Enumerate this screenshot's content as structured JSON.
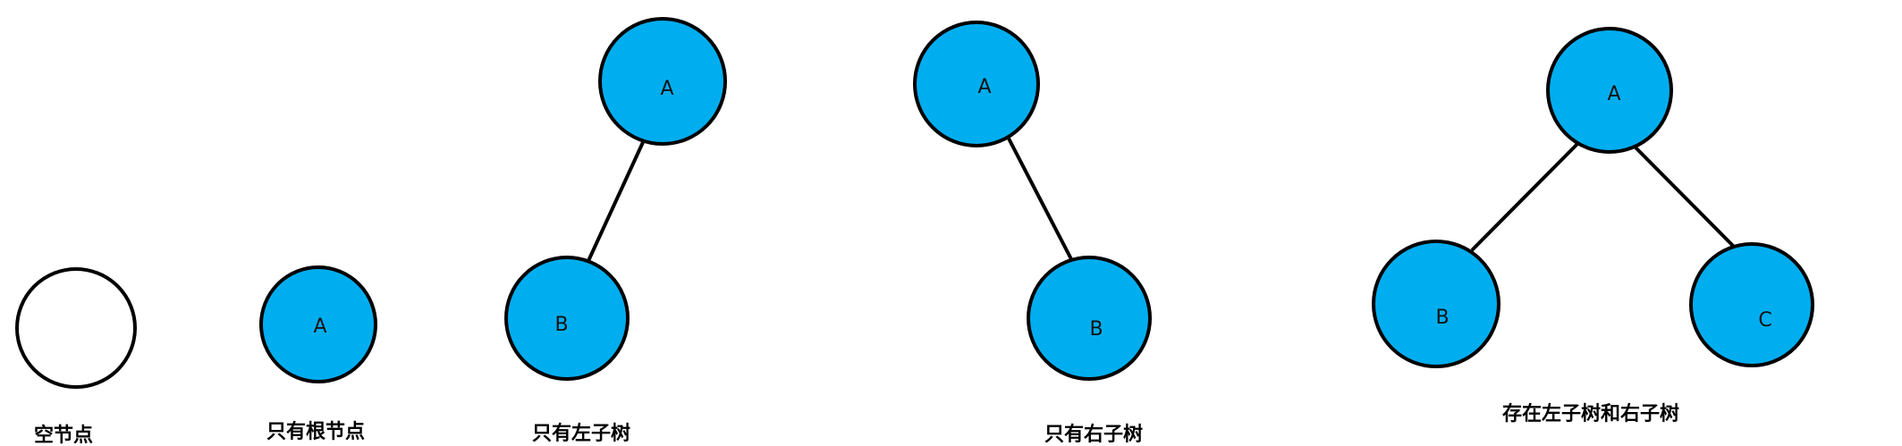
{
  "colors": {
    "node_fill": "#00aeef",
    "empty_fill": "#ffffff",
    "stroke": "#000000"
  },
  "trees": [
    {
      "caption": "空节点",
      "nodes": []
    },
    {
      "caption": "只有根节点",
      "nodes": [
        "A"
      ]
    },
    {
      "caption": "只有左子树",
      "nodes": [
        "A",
        "B"
      ]
    },
    {
      "caption": "只有右子树",
      "nodes": [
        "A",
        "B"
      ]
    },
    {
      "caption": "存在左子树和右子树",
      "nodes": [
        "A",
        "B",
        "C"
      ]
    }
  ]
}
